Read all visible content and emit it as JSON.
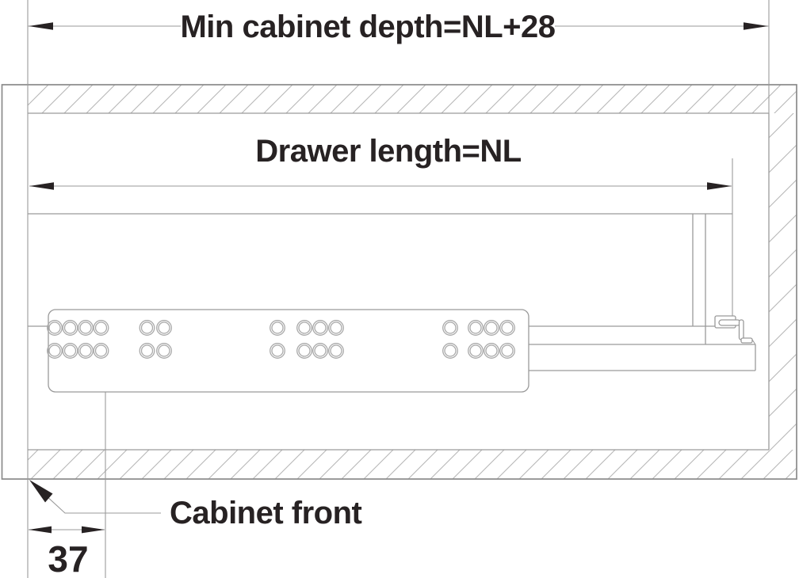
{
  "labels": {
    "min_cabinet_depth": "Min cabinet depth=NL+28",
    "drawer_length": "Drawer length=NL",
    "cabinet_front": "Cabinet front",
    "front_offset": "37"
  },
  "dimensions": {
    "min_cabinet_depth_formula": "NL+28",
    "drawer_length_formula": "NL",
    "front_offset_value": 37
  },
  "colors": {
    "line": "#9a9a9a",
    "border": "#8a8a8a",
    "hatch": "#b7b7b7",
    "ink": "#272223",
    "hole": "#a9a9a9",
    "background": "#ffffff"
  },
  "slide": {
    "hole_columns_x": [
      69,
      88.5,
      108,
      127.5,
      185.5,
      207,
      350,
      384,
      404,
      424,
      568,
      600,
      620,
      640
    ],
    "hole_rows_y": [
      414,
      443
    ],
    "hole_outer_r": 9.3,
    "hole_inner_r": 7
  }
}
